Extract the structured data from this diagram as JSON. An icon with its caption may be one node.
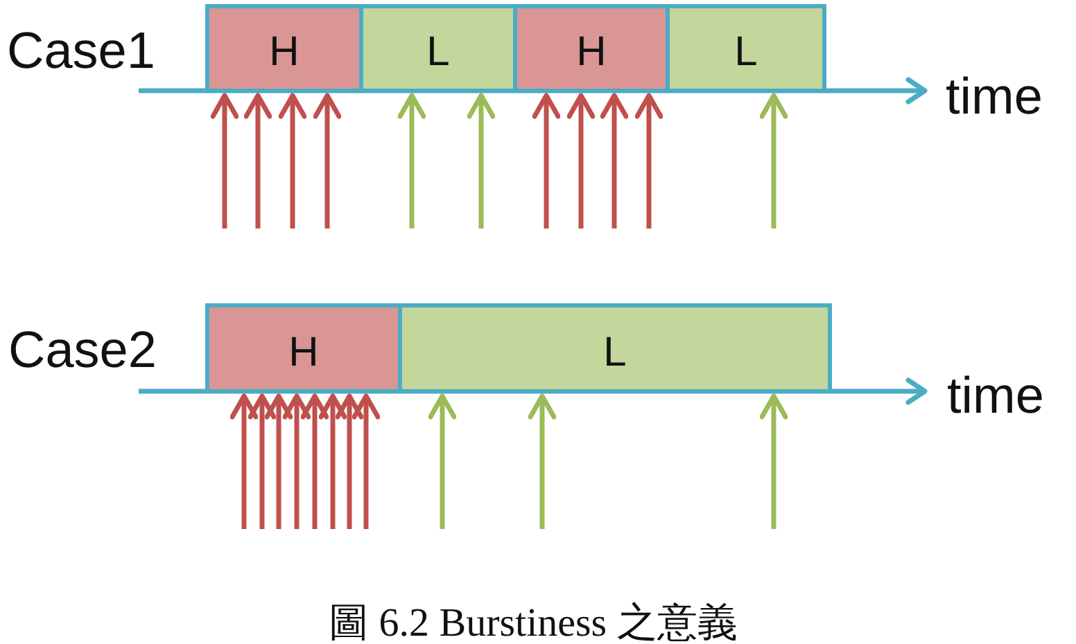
{
  "diagram": {
    "caption": "圖 6.2 Burstiness 之意義",
    "nodes": [
      {
        "text": [
          "H"
        ]
      },
      {
        "text": [
          "L"
        ]
      },
      {
        "text": [
          "H"
        ]
      },
      {
        "text": [
          "L"
        ]
      },
      {
        "text": [
          "H"
        ]
      },
      {
        "text": [
          "L"
        ]
      }
    ],
    "edges": [
      {
        "from": null,
        "to": 0,
        "arrow": "to"
      },
      {
        "from": null,
        "to": 0,
        "arrow": "to"
      },
      {
        "from": null,
        "to": 0,
        "arrow": "to"
      },
      {
        "from": null,
        "to": 0,
        "arrow": "to"
      },
      {
        "from": null,
        "to": 1,
        "arrow": "to",
        "color": "#9bbb59"
      },
      {
        "from": null,
        "to": 1,
        "arrow": "to",
        "color": "#9bbb59"
      },
      {
        "from": null,
        "to": 2,
        "arrow": "to"
      },
      {
        "from": null,
        "to": 2,
        "arrow": "to"
      },
      {
        "from": null,
        "to": 2,
        "arrow": "to"
      },
      {
        "from": null,
        "to": 2,
        "arrow": "to"
      },
      {
        "from": null,
        "to": 3,
        "arrow": "to",
        "color": "#9bbb59"
      },
      {
        "from": null,
        "to": 4,
        "arrow": "to"
      },
      {
        "from": null,
        "to": 4,
        "arrow": "to"
      },
      {
        "from": null,
        "to": 4,
        "arrow": "to"
      },
      {
        "from": null,
        "to": 4,
        "arrow": "to"
      },
      {
        "from": null,
        "to": 4,
        "arrow": "to"
      },
      {
        "from": null,
        "to": 4,
        "arrow": "to"
      },
      {
        "from": null,
        "to": 4,
        "arrow": "to"
      },
      {
        "from": null,
        "to": 4,
        "arrow": "to"
      },
      {
        "from": null,
        "to": 5,
        "arrow": "to",
        "color": "#9bbb59"
      },
      {
        "from": null,
        "to": 5,
        "arrow": "to",
        "color": "#9bbb59"
      },
      {
        "from": null,
        "to": 5,
        "arrow": "to",
        "color": "#9bbb59"
      }
    ],
    "labels": [
      "Case1",
      "time",
      "Case2",
      "time"
    ]
  }
}
